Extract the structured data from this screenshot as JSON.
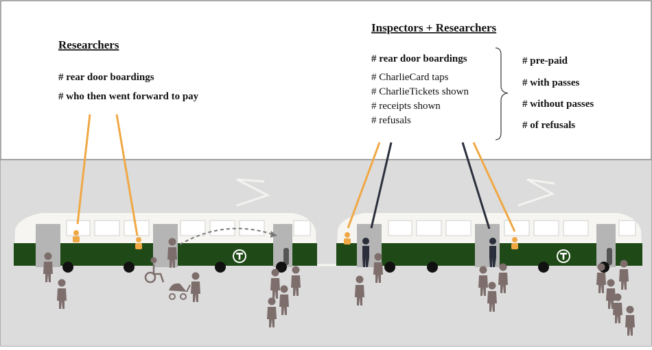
{
  "left_panel": {
    "heading": "Researchers",
    "items": [
      "# rear door boardings",
      "# who then went forward to pay"
    ]
  },
  "right_panel": {
    "heading": "Inspectors + Researchers",
    "lead_item": "# rear door boardings",
    "items": [
      "# CharlieCard  taps",
      "# CharlieTickets  shown",
      "# receipts shown",
      "# refusals"
    ],
    "outcomes": [
      "# pre-paid",
      "# with passes",
      "# without passes",
      "# of refusals"
    ]
  },
  "colors": {
    "researcher": "#f0a845",
    "inspector": "#2b2f3c",
    "tram_green": "#1f4a17",
    "tram_white": "#f6f5f1",
    "door": "#b5b5b5",
    "pedestrian": "#7d6e6c",
    "ground": "#dcdcdc"
  },
  "icons": {
    "logo": "mbta-t-logo",
    "researcher": "seated-researcher-icon",
    "inspector": "standing-inspector-icon",
    "pedestrian": "pedestrian-icon"
  }
}
